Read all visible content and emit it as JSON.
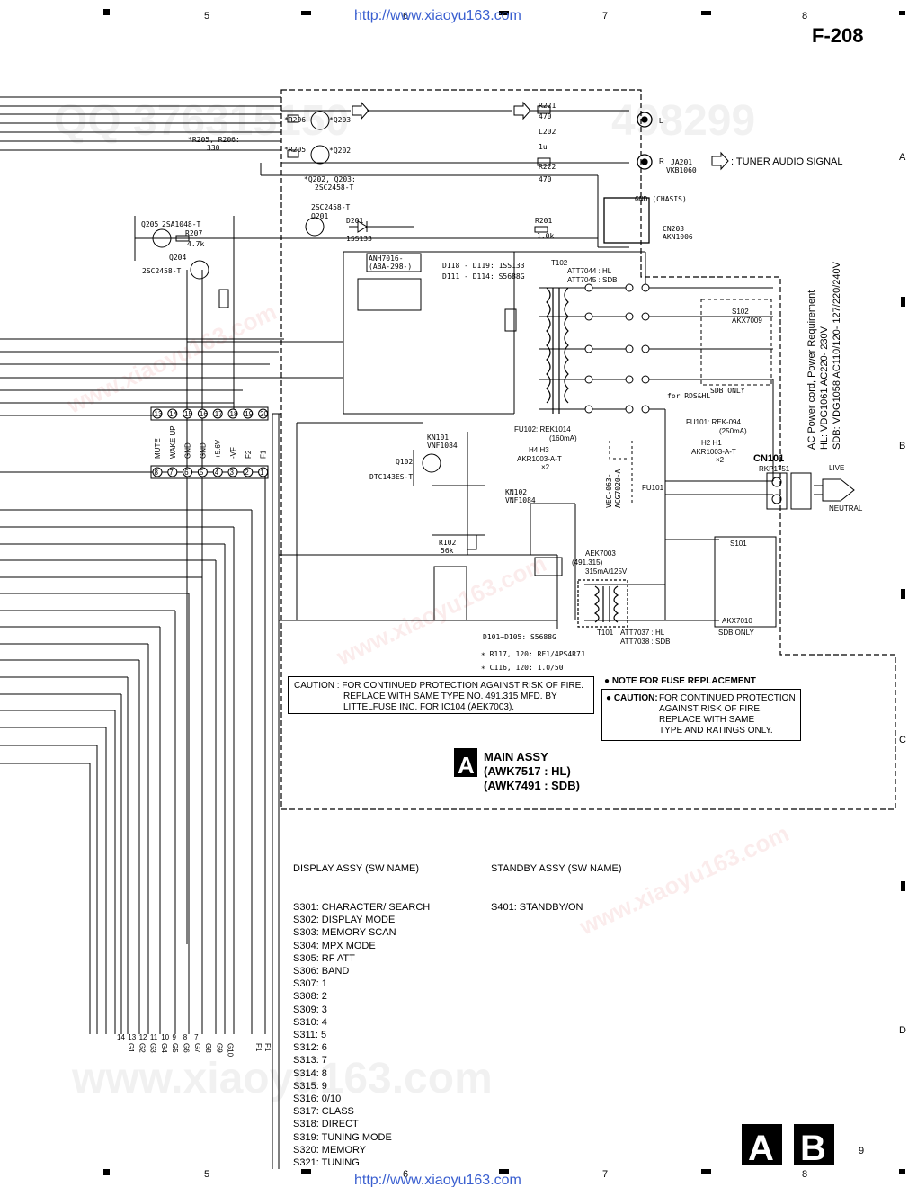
{
  "page": {
    "code": "F-208",
    "number": "9",
    "url_top": "http://www.xiaoyu163.com",
    "url_bottom": "http://www.xiaoyu163.com"
  },
  "grid": {
    "cols": [
      "5",
      "6",
      "7",
      "8"
    ],
    "rows": [
      "A",
      "B",
      "C",
      "D"
    ]
  },
  "legend": {
    "tuner_audio": ": TUNER AUDIO SIGNAL"
  },
  "power": {
    "title": "AC Power cord, Power Requirement",
    "hl": "HL:  VDG1061 AC220- 230V",
    "sdb": "SDB:  VDG1058 AC110/120- 127/220/240V",
    "live": "LIVE",
    "neutral": "NEUTRAL",
    "cn101": "CN101",
    "cn101_part": "RKP1751"
  },
  "parts": {
    "tuner_q": "*Q202, Q203:",
    "tuner_q_part": "2SC2458-T",
    "r205": "*R205, R206:",
    "r205_val": "330",
    "ja201": "JA201",
    "ja201_part": "VKB1060",
    "gnd_chasis": "GND (CHASIS)",
    "cn203": "CN203",
    "cn203_part": "AKN1006",
    "t102": "T102",
    "t102_hl": "ATT7044 : HL",
    "t102_sdb": "ATT7045 : SDB",
    "d118": "D118 - D119: 1SS133",
    "d111": "D111 - D114: S5688G",
    "anh": "ANH7016-",
    "anh2": "(ABA-298-)",
    "s102": "S102",
    "s102_part": "AKX7009",
    "sdb_only": "SDB ONLY",
    "for_rds": "for RDS&HL",
    "fu101": "FU101: REK-094",
    "fu101_ma": "(250mA)",
    "fu102": "FU102: REK1014",
    "fu102_ma": "(160mA)",
    "h4": "H4     H3",
    "akr_a": "AKR1003-A-T",
    "x2": "×2",
    "h2": "H2     H1",
    "akr_b": "AKR1003-A-T",
    "x2b": "×2",
    "kn101": "KN101",
    "kn101_part": "VNF1084",
    "kn102": "KN102",
    "kn102_part": "VNF1084",
    "q102": "Q102",
    "q102_part": "DTC143ES-T",
    "aek": "AEK7003",
    "aek_val": "(491.315)",
    "aek_rating": "315mA/125V",
    "t101": "T101",
    "t101_hl": "ATT7037 : HL",
    "t101_sdb": "ATT7038 : SDB",
    "s101": "S101",
    "s101_part": "AKX7010",
    "sdb_only2": "SDB ONLY",
    "d101": "D101~D105: S5688G",
    "r117": "∗ R117, 120: RF1/4PS4R7J",
    "c116": "∗ C116, 120: 1.0/50",
    "q205": "Q205",
    "q205_part": "2SA1048-T",
    "q204": "Q204",
    "q204_part": "2SC2458-T",
    "q201_part": "2SC2458-T",
    "q201": "Q201",
    "d201": "D201",
    "d201_part": "1SS133",
    "r201": "R201",
    "r201_val": "1.0k",
    "r207": "R207",
    "r207_val": "4.7k",
    "vec": "VEC-063-",
    "vec2": "ACG7020-A"
  },
  "connector_top": [
    "MUTE",
    "WAKE UP",
    "GND",
    "GND",
    "+5.6V",
    "-VF",
    "F2",
    "F1"
  ],
  "connector_top_pins": [
    "13",
    "14",
    "15",
    "16",
    "17",
    "18",
    "19",
    "20"
  ],
  "connector_mid_pins": [
    "8",
    "7",
    "6",
    "5",
    "4",
    "3",
    "2",
    "1"
  ],
  "bottom_pins": [
    "14",
    "13",
    "12",
    "11",
    "10",
    "9",
    "8",
    "7"
  ],
  "bottom_pin_labels": [
    "G1",
    "G2",
    "G3",
    "G4",
    "G5",
    "G6",
    "G7",
    "G8",
    "G9",
    "G10",
    "F1",
    "F1"
  ],
  "caution_box": {
    "line1": "CAUTION : FOR CONTINUED PROTECTION AGAINST RISK OF FIRE.",
    "line2": "REPLACE WITH SAME TYPE NO. 491.315 MFD. BY",
    "line3": "LITTELFUSE INC. FOR IC104 (AEK7003)."
  },
  "fuse_note": {
    "title": "NOTE FOR FUSE REPLACEMENT",
    "caution": "CAUTION:",
    "line1": "FOR CONTINUED PROTECTION",
    "line2": "AGAINST RISK OF FIRE.",
    "line3": "REPLACE WITH SAME",
    "line4": "TYPE AND RATINGS ONLY."
  },
  "assy": {
    "letter": "A",
    "name": "MAIN ASSY",
    "hl": "(AWK7517 : HL)",
    "sdb": "(AWK7491 : SDB)"
  },
  "display_assy": {
    "title": "DISPLAY ASSY (SW NAME)",
    "items": [
      "S301: CHARACTER/ SEARCH",
      "S302: DISPLAY MODE",
      "S303: MEMORY SCAN",
      "S304: MPX MODE",
      "S305: RF ATT",
      "S306: BAND",
      "S307: 1",
      "S308: 2",
      "S309: 3",
      "S310: 4",
      "S311: 5",
      "S312: 6",
      "S313: 7",
      "S314: 8",
      "S315: 9",
      "S316: 0/10",
      "S317: CLASS",
      "S318: DIRECT",
      "S319: TUNING MODE",
      "S320: MEMORY",
      "S321: TUNING"
    ]
  },
  "standby_assy": {
    "title": "STANDBY ASSY (SW NAME)",
    "items": [
      "S401: STANDBY/ON"
    ]
  },
  "corner": {
    "a": "A",
    "b": "B"
  },
  "watermark": {
    "main": "www.xiaoyu163.com",
    "qq": "QQ 376315150",
    "num": "498299"
  }
}
